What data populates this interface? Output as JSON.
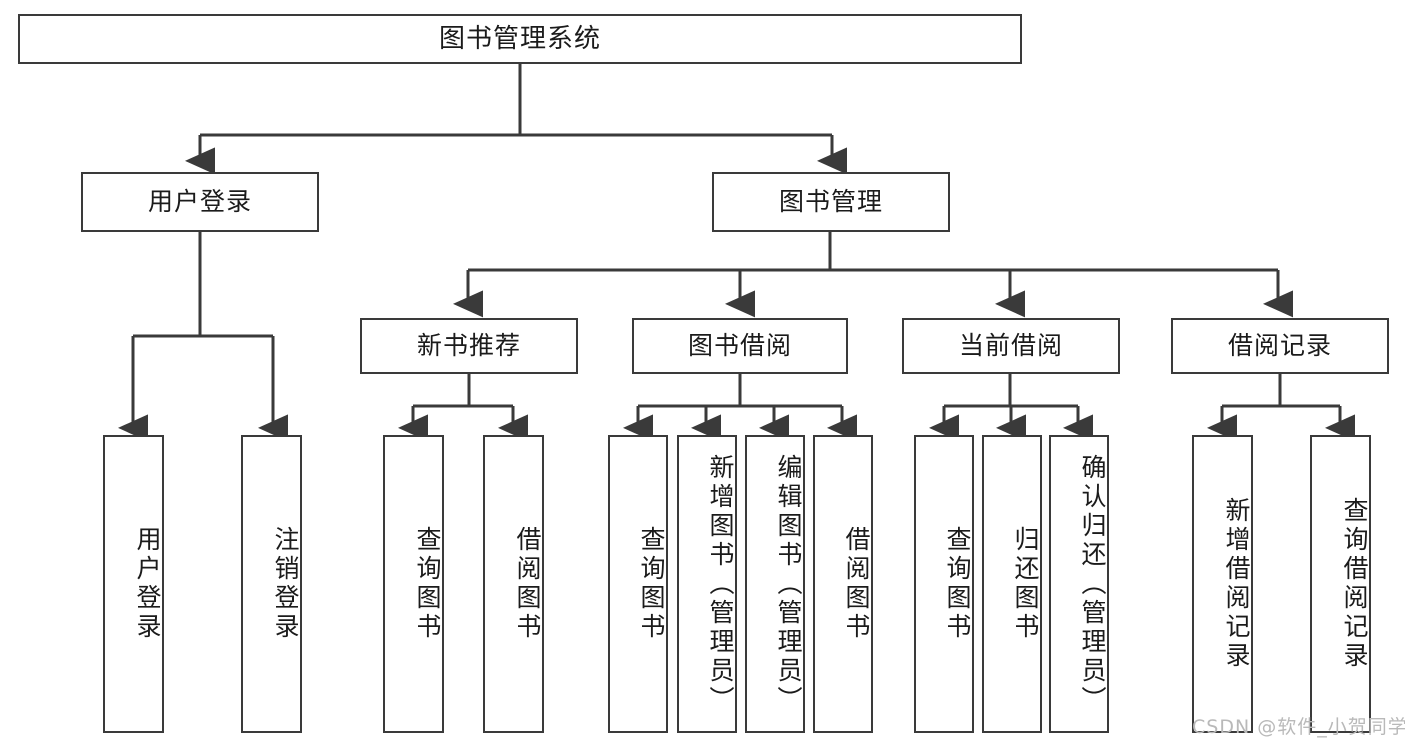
{
  "diagram": {
    "title": "图书管理系统",
    "type": "tree-hierarchy",
    "root": {
      "id": "root",
      "label": "图书管理系统"
    },
    "level1": [
      {
        "id": "user-login",
        "label": "用户登录"
      },
      {
        "id": "book-manage",
        "label": "图书管理"
      }
    ],
    "level2": [
      {
        "id": "new-book-recommend",
        "label": "新书推荐",
        "parent": "book-manage"
      },
      {
        "id": "book-borrow",
        "label": "图书借阅",
        "parent": "book-manage"
      },
      {
        "id": "current-borrow",
        "label": "当前借阅",
        "parent": "book-manage"
      },
      {
        "id": "borrow-record",
        "label": "借阅记录",
        "parent": "book-manage"
      }
    ],
    "leaves": [
      {
        "id": "leaf-user-login",
        "label": "用户登录",
        "parent": "user-login"
      },
      {
        "id": "leaf-logout-login",
        "label": "注销登录",
        "parent": "user-login"
      },
      {
        "id": "leaf-query-book-1",
        "label": "查询图书",
        "parent": "new-book-recommend"
      },
      {
        "id": "leaf-borrow-book-1",
        "label": "借阅图书",
        "parent": "new-book-recommend"
      },
      {
        "id": "leaf-query-book-2",
        "label": "查询图书",
        "parent": "book-borrow"
      },
      {
        "id": "leaf-add-book-admin",
        "label": "新增图书（管理员）",
        "parent": "book-borrow"
      },
      {
        "id": "leaf-edit-book-admin",
        "label": "编辑图书（管理员）",
        "parent": "book-borrow"
      },
      {
        "id": "leaf-borrow-book-2",
        "label": "借阅图书",
        "parent": "book-borrow"
      },
      {
        "id": "leaf-query-book-3",
        "label": "查询图书",
        "parent": "current-borrow"
      },
      {
        "id": "leaf-return-book",
        "label": "归还图书",
        "parent": "current-borrow"
      },
      {
        "id": "leaf-confirm-return-admin",
        "label": "确认归还（管理员）",
        "parent": "current-borrow"
      },
      {
        "id": "leaf-add-record",
        "label": "新增借阅记录",
        "parent": "borrow-record"
      },
      {
        "id": "leaf-query-record",
        "label": "查询借阅记录",
        "parent": "borrow-record"
      }
    ],
    "colors": {
      "box_border": "#3a3a3a",
      "box_fill": "#ffffff",
      "line": "#3a3a3a",
      "text": "#1b1b1b",
      "watermark": "#b9b9b9"
    }
  },
  "watermark": {
    "text": "CSDN @软件_小贺同学"
  }
}
